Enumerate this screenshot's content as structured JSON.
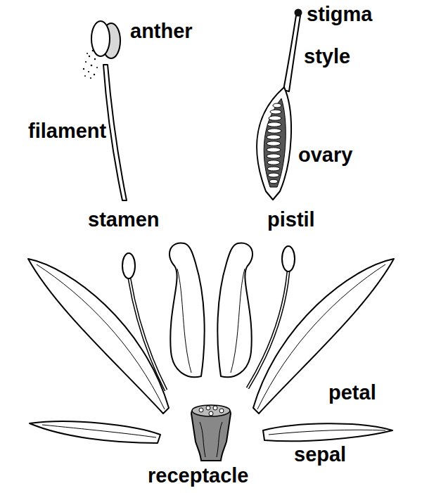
{
  "diagram": {
    "labels": [
      "anther",
      "filament",
      "stamen",
      "stigma",
      "style",
      "ovary",
      "pistil",
      "petal",
      "sepal",
      "receptacle"
    ]
  }
}
